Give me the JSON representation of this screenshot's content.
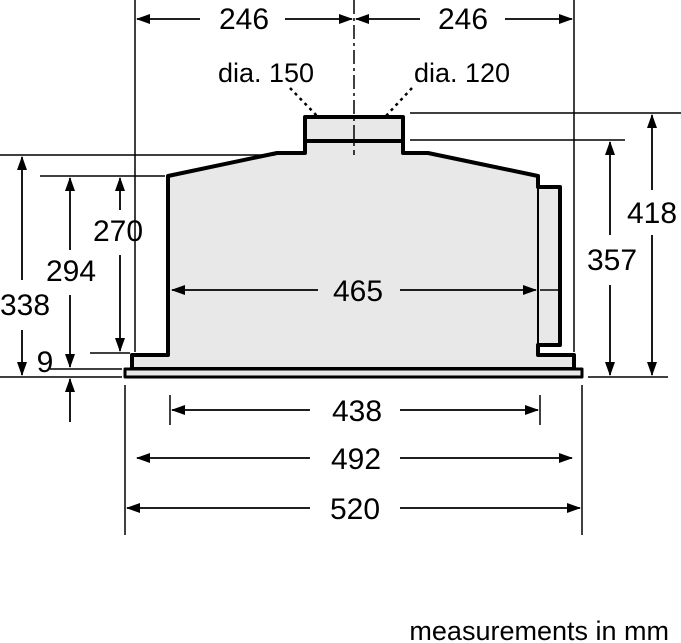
{
  "drawing": {
    "top_left_width": "246",
    "top_right_width": "246",
    "duct_large": "dia. 150",
    "duct_small": "dia. 120",
    "inner_width": "465",
    "body_width": "438",
    "rim_width": "492",
    "overall_width": "520",
    "height_270": "270",
    "height_294": "294",
    "height_338": "338",
    "height_9": "9",
    "height_357": "357",
    "height_418": "418",
    "units_note": "measurements in mm"
  }
}
